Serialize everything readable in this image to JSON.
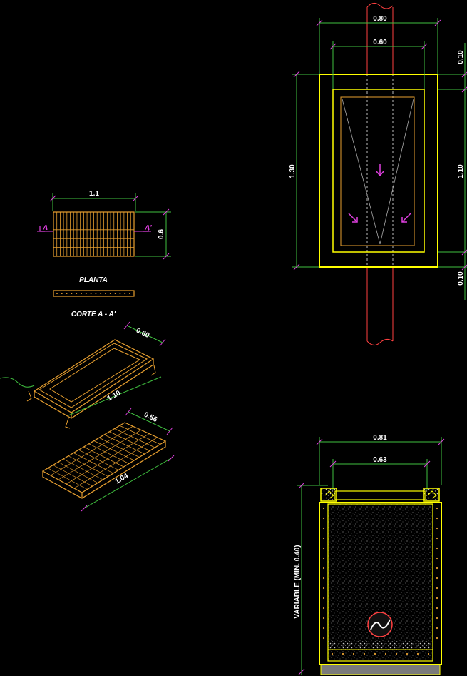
{
  "colors": {
    "background": "#000000",
    "yellow": "#ffff00",
    "orange": "#e8a030",
    "dimension": "#40c040",
    "magenta": "#e040e0",
    "red": "#ff4040",
    "white": "#ffffff"
  },
  "plan_small": {
    "width_label": "1.1",
    "height_label": "0.6",
    "section_mark_left": "A",
    "section_mark_right": "A'",
    "title": "PLANTA"
  },
  "section_small": {
    "title": "CORTE A - A'"
  },
  "iso_frame": {
    "width_label": "0.60",
    "length_label": "1.10"
  },
  "iso_grate": {
    "width_label": "0.56",
    "length_label": "1.04"
  },
  "plan_large": {
    "outer_width_label": "0.80",
    "inner_width_label": "0.60",
    "total_height_label": "1.30",
    "top_offset_label": "0.10",
    "inner_height_label": "1.10",
    "bottom_offset_label": "0.10"
  },
  "section_large": {
    "outer_width_label": "0.81",
    "inner_width_label": "0.63",
    "depth_label": "VARIABLE (MIN. 0.40)"
  },
  "icons": [
    "section-arrow-icon",
    "flow-arrow-icon",
    "pipe-icon",
    "grate-icon"
  ]
}
